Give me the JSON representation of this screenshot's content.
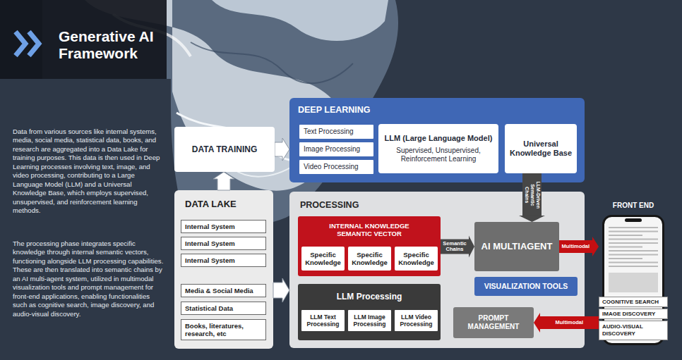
{
  "diagram": {
    "title": "Generative AI Framework",
    "nodes": [
      {
        "text": [
          "DATA TRAINING"
        ]
      },
      {
        "text": [
          "DEEP LEARNING"
        ]
      },
      {
        "text": [
          "Text Processing"
        ],
        "in": 1
      },
      {
        "text": [
          "Image Processing"
        ],
        "in": 1
      },
      {
        "text": [
          "Video Processing"
        ],
        "in": 1
      },
      {
        "text": [
          "LLM (Large Language Model)",
          "Supervised, Unsupervised, Reinforcement Learning"
        ],
        "in": 1
      },
      {
        "text": [
          "Universal Knowledge Base"
        ],
        "in": 1
      },
      {
        "text": [
          "DATA LAKE"
        ]
      },
      {
        "text": [
          "Internal System"
        ],
        "in": 7
      },
      {
        "text": [
          "Internal System"
        ],
        "in": 7
      },
      {
        "text": [
          "Internal System"
        ],
        "in": 7
      },
      {
        "text": [
          "Media & Social Media"
        ],
        "in": 7
      },
      {
        "text": [
          "Statistical Data"
        ],
        "in": 7
      },
      {
        "text": [
          "Books, literatures, research, etc"
        ],
        "in": 7
      },
      {
        "text": [
          "PROCESSING"
        ]
      },
      {
        "text": [
          "INTERNAL KNOWLEDGE SEMANTIC VECTOR"
        ],
        "in": 14
      },
      {
        "text": [
          "Specific Knowledge"
        ],
        "in": 15
      },
      {
        "text": [
          "Specific Knowledge"
        ],
        "in": 15
      },
      {
        "text": [
          "Specific Knowledge"
        ],
        "in": 15
      },
      {
        "text": [
          "LLM Processing"
        ],
        "in": 14
      },
      {
        "text": [
          "LLM Text Processing"
        ],
        "in": 19
      },
      {
        "text": [
          "LLM Image Processing"
        ],
        "in": 19
      },
      {
        "text": [
          "LLM Video Processing"
        ],
        "in": 19
      },
      {
        "text": [
          "AI MULTIAGENT"
        ],
        "in": 14
      },
      {
        "text": [
          "VISUALIZATION TOOLS"
        ],
        "in": 14
      },
      {
        "text": [
          "PROMPT MANAGEMENT"
        ],
        "in": 14
      },
      {
        "text": [
          "FRONT END"
        ]
      },
      {
        "text": [
          "COGNITIVE SEARCH"
        ],
        "in": 26
      },
      {
        "text": [
          "IMAGE DISCOVERY"
        ],
        "in": 26
      },
      {
        "text": [
          "AUDIO-VISUAL DISCOVERY"
        ],
        "in": 26
      }
    ],
    "edges": [
      {
        "from": 7,
        "to": 0,
        "arrow": "to"
      },
      {
        "from": 0,
        "to": 1,
        "arrow": "to"
      },
      {
        "from": 6,
        "to": 23,
        "label": "LLM-Driven Semantic Chains",
        "arrow": "to"
      },
      {
        "from": 15,
        "to": 23,
        "label": "Semantic Chains",
        "arrow": "to"
      },
      {
        "from": 7,
        "to": 14,
        "arrow": "to"
      },
      {
        "from": 23,
        "to": 26,
        "label": "Multimodal",
        "arrow": "to"
      },
      {
        "from": 26,
        "to": 25,
        "label": "Multimodal",
        "arrow": "to"
      }
    ],
    "labels": [
      "Data from various sources like internal systems, media, social media, statistical data, books, and research are aggregated into a Data Lake for training purposes. This data is then used in Deep Learning processes involving text, image, and video processing, contributing to a Large Language Model (LLM) and a Universal Knowledge Base, which employs supervised, unsupervised, and reinforcement learning methods.",
      "The processing phase integrates specific knowledge through internal semantic vectors, functioning alongside LLM processing capabilities. These are then translated into semantic chains by an AI multi-agent system, utilized in multimodal visualization tools and prompt management for front-end applications, enabling functionalities such as cognitive search, image discovery, and audio-visual discovery."
    ]
  }
}
